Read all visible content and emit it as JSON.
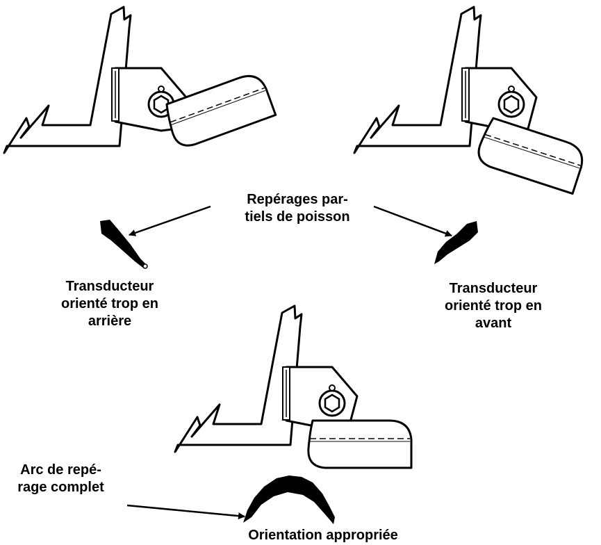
{
  "labels": {
    "partial_fish_arches": {
      "line1": "Repérages par-",
      "line2": "tiels de poisson"
    },
    "transducer_back": {
      "line1": "Transducteur",
      "line2": "orienté trop en",
      "line3": "arrière"
    },
    "transducer_forward": {
      "line1": "Transducteur",
      "line2": "orienté trop en",
      "line3": "avant"
    },
    "full_arch": {
      "line1": "Arc de repé-",
      "line2": "rage complet"
    },
    "proper_orientation": {
      "line1": "Orientation appropriée"
    }
  },
  "colors": {
    "ink": "#000000",
    "paper": "#ffffff"
  }
}
